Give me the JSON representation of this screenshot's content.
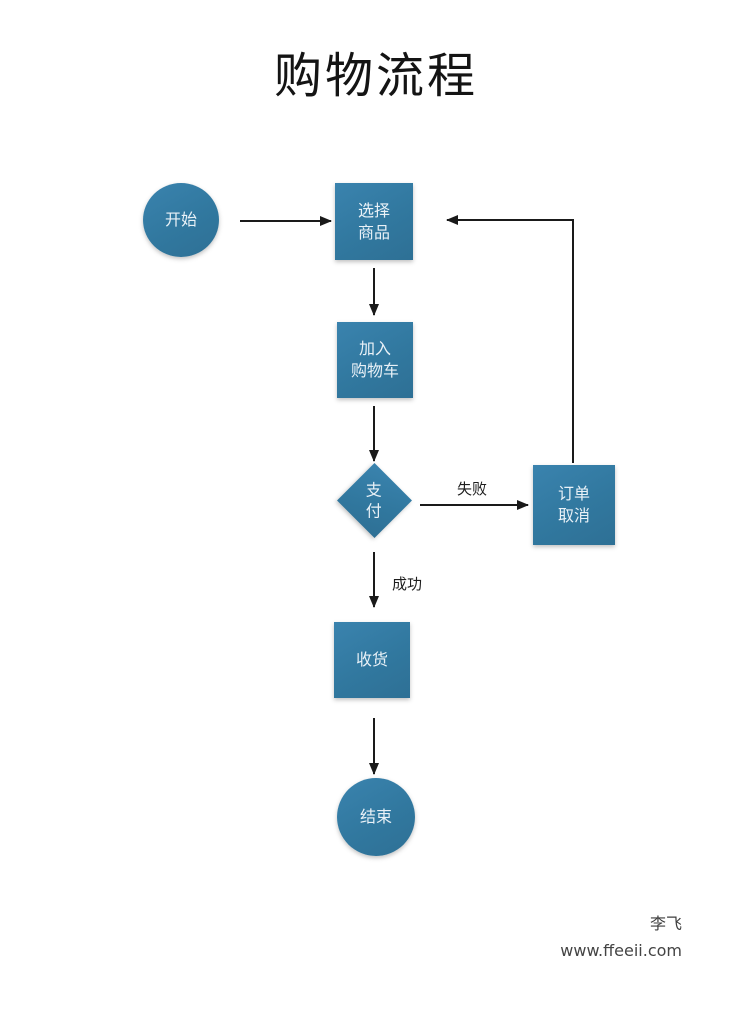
{
  "title": "购物流程",
  "colors": {
    "shape_fill": "#31789F",
    "shape_text": "#E9F1F7",
    "arrow_line": "#1A1A1A",
    "title_text": "#141414",
    "footer_text": "#3C3C3C"
  },
  "diagram": {
    "type": "flowchart",
    "nodes": [
      {
        "id": "start",
        "shape": "circle",
        "label": "开始"
      },
      {
        "id": "select",
        "shape": "rect",
        "label": "选择\n商品"
      },
      {
        "id": "cart",
        "shape": "rect",
        "label": "加入\n购物车"
      },
      {
        "id": "pay",
        "shape": "diamond",
        "label": "支\n付"
      },
      {
        "id": "cancel",
        "shape": "rect",
        "label": "订单\n取消"
      },
      {
        "id": "receive",
        "shape": "rect",
        "label": "收货"
      },
      {
        "id": "end",
        "shape": "circle",
        "label": "结束"
      }
    ],
    "edges": [
      {
        "from": "start",
        "to": "select",
        "label": ""
      },
      {
        "from": "select",
        "to": "cart",
        "label": ""
      },
      {
        "from": "cart",
        "to": "pay",
        "label": ""
      },
      {
        "from": "pay",
        "to": "cancel",
        "label": "失败"
      },
      {
        "from": "pay",
        "to": "receive",
        "label": "成功"
      },
      {
        "from": "cancel",
        "to": "select",
        "label": ""
      },
      {
        "from": "receive",
        "to": "end",
        "label": ""
      }
    ]
  },
  "nodes": {
    "start": {
      "label": "开始"
    },
    "select": {
      "label": "选择\n商品"
    },
    "cart": {
      "label": "加入\n购物车"
    },
    "pay": {
      "label": "支\n付"
    },
    "cancel": {
      "label": "订单\n取消"
    },
    "receive": {
      "label": "收货"
    },
    "end": {
      "label": "结束"
    }
  },
  "edge_labels": {
    "fail": "失败",
    "success": "成功"
  },
  "footer": {
    "author": "李飞",
    "website": "www.ffeeii.com"
  }
}
